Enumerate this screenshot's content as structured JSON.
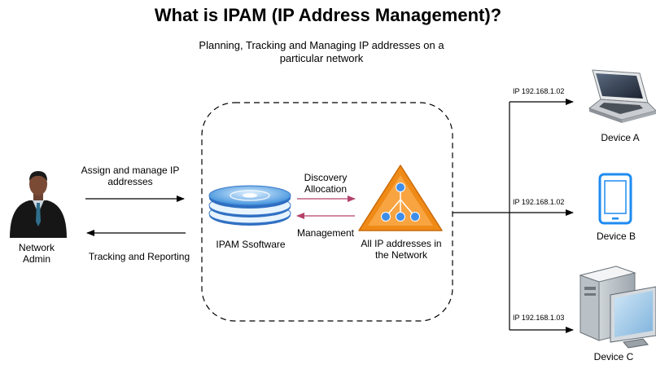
{
  "header": {
    "title": "What is IPAM (IP Address Management)?",
    "subtitle": "Planning, Tracking and Managing IP addresses on a\nparticular network"
  },
  "admin": {
    "label": "Network\nAdmin"
  },
  "flows": {
    "assign": "Assign and manage IP\naddresses",
    "tracking": "Tracking and Reporting",
    "discovery": "Discovery\nAllocation",
    "management": "Management"
  },
  "ipam": {
    "label": "IPAM Ssoftware"
  },
  "network": {
    "label": "All IP addresses in\nthe Network"
  },
  "devices": [
    {
      "name": "Device A",
      "ip": "IP 192.168.1.02",
      "icon": "laptop-icon"
    },
    {
      "name": "Device B",
      "ip": "IP 192.168.1.02",
      "icon": "tablet-icon"
    },
    {
      "name": "Device C",
      "ip": "IP 192.168.1.03",
      "icon": "desktop-icon"
    }
  ],
  "colors": {
    "arrow_dark": "#000000",
    "arrow_pink": "#b5416b",
    "triangle": "#f08a17",
    "node_blue": "#3e8ee8",
    "device_blue": "#1e8bf0"
  }
}
